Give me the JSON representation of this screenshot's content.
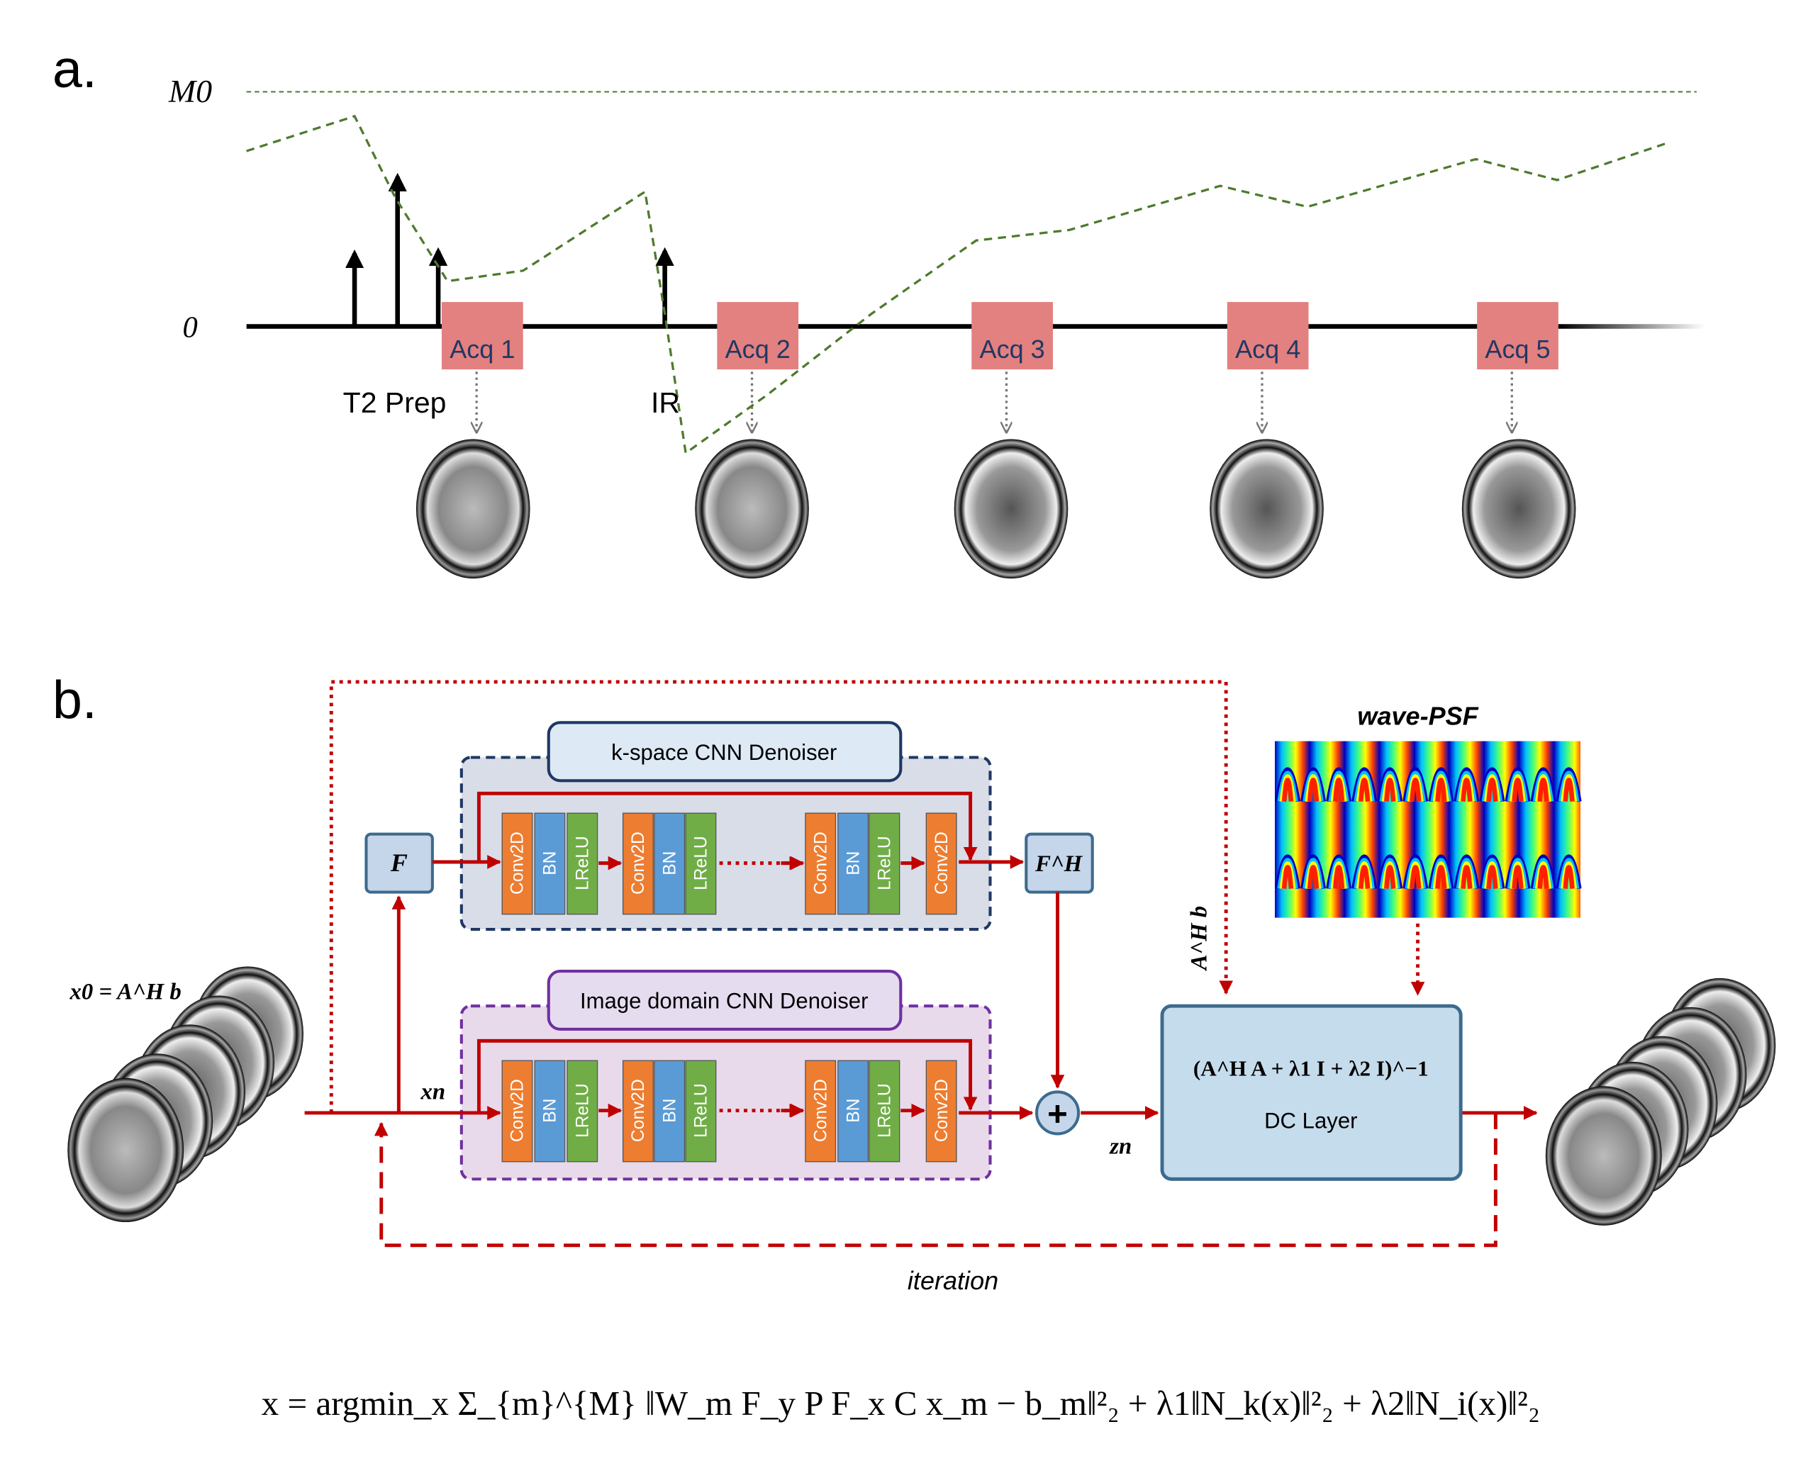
{
  "panel_a": {
    "label": "a.",
    "m0_label": "M0",
    "zero_label": "0",
    "t2prep_label": "T2 Prep",
    "ir_label": "IR",
    "acquisitions": [
      "Acq 1",
      "Acq 2",
      "Acq 3",
      "Acq 4",
      "Acq 5"
    ],
    "colors": {
      "acq_box": "#e38080",
      "acq_text": "#1f3864",
      "magnetization": "#4e7a2e"
    }
  },
  "panel_b": {
    "label": "b.",
    "input_label": "x0 = A^H b",
    "xn_label": "xn",
    "zn_label": "zn",
    "fourier_label": "F",
    "inverse_fourier_label": "F^H",
    "kspace_title": "k-space CNN Denoiser",
    "image_title": "Image domain CNN Denoiser",
    "layers": [
      "Conv2D",
      "BN",
      "LReLU",
      "Conv2D",
      "BN",
      "LReLU",
      "Conv2D",
      "BN",
      "LReLU",
      "Conv2D"
    ],
    "dc_formula": "(A^H A + λ1 I + λ2 I)^−1",
    "dc_label": "DC Layer",
    "ahb_label": "A^H b",
    "psf_label": "wave-PSF",
    "iteration_label": "iteration",
    "colors": {
      "conv": "#ed7d31",
      "bn": "#5b9bd5",
      "lrelu": "#70ad47",
      "arrow": "#c00000",
      "kspace_bg": "#d9dde8",
      "image_bg": "#e8daea",
      "dc_bg": "#c5dcec"
    }
  },
  "equation": {
    "text": "x = argmin_x Σ_{m}^{M} ‖W_m F_y P F_x C x_m − b_m‖²₂ + λ1‖N_k(x)‖²₂ + λ2‖N_i(x)‖²₂"
  }
}
